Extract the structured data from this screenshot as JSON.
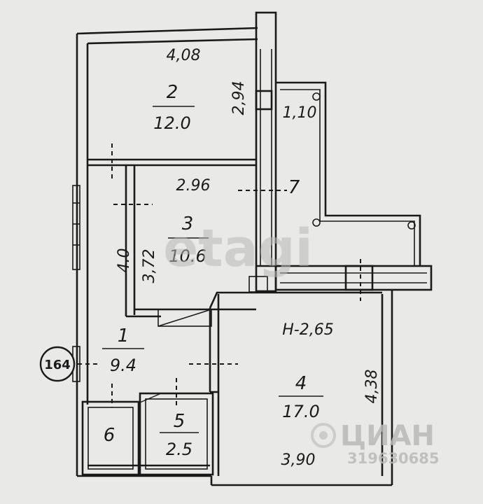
{
  "rooms": [
    {
      "number": "2",
      "area": "12.0"
    },
    {
      "number": "3",
      "area": "10.6"
    },
    {
      "number": "1",
      "area": "9.4"
    },
    {
      "number": "4",
      "area": "17.0"
    },
    {
      "number": "5",
      "area": "2.5"
    },
    {
      "number": "6",
      "area": ""
    },
    {
      "number": "7",
      "area": ""
    }
  ],
  "dimensions": {
    "room2_width": "4,08",
    "room2_depth": "2,94",
    "balcony_depth": "1,10",
    "room3_width": "2.96",
    "room3_depth": "3,72",
    "corridor_length": "4.0",
    "room4_height": "H-2,65",
    "room4_depth": "4,38",
    "room4_width": "3,90"
  },
  "apartment_number": "164",
  "watermark": {
    "center": "etagi",
    "brand": "ЦИАН",
    "listing_id": "319630685"
  }
}
